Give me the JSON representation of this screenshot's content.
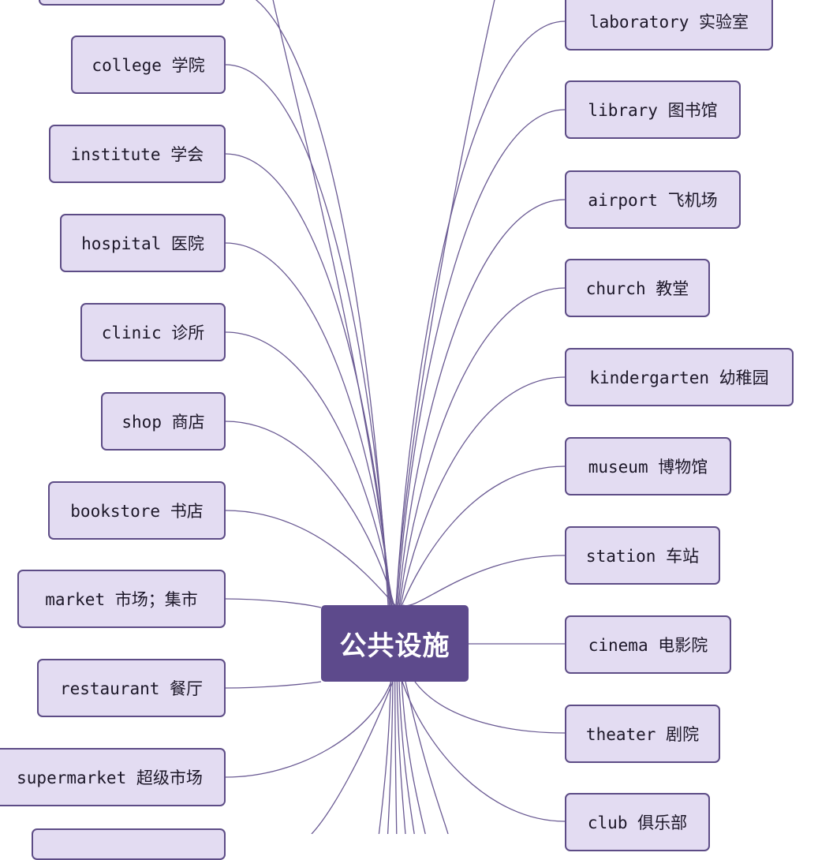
{
  "center_label": "公共设施",
  "colors": {
    "line": "#6a5a93",
    "node_fill": "#e3dcf2",
    "node_border": "#5d4c86",
    "center_fill": "#5d4a8c"
  },
  "left_nodes": [
    "college 学院",
    "institute 学会",
    "hospital 医院",
    "clinic 诊所",
    "shop 商店",
    "bookstore 书店",
    "market 市场；集市",
    "restaurant 餐厅",
    "supermarket 超级市场"
  ],
  "right_nodes": [
    "laboratory 实验室",
    "library 图书馆",
    "airport 飞机场",
    "church 教堂",
    "kindergarten 幼稚园",
    "museum 博物馆",
    "station 车站",
    "cinema 电影院",
    "theater 剧院",
    "club 俱乐部"
  ]
}
